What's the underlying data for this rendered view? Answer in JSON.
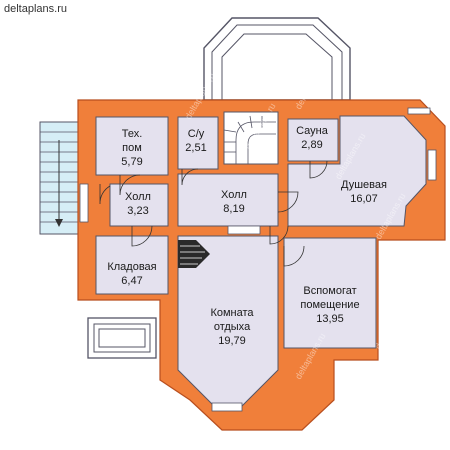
{
  "site": {
    "name": "deltaplans.ru"
  },
  "watermark": "deltaplans.ru",
  "colors": {
    "wall": "#F07F3A",
    "wall_edge": "#B84E1E",
    "room": "#E4E1EE",
    "room_edge": "#555566",
    "stairs": "#FFFFFF",
    "glass": "#D6EEF6",
    "dark": "#2A2A2A"
  },
  "rooms": [
    {
      "id": "tech",
      "lines": [
        "Тех.",
        "пом",
        "5,79"
      ]
    },
    {
      "id": "wc",
      "lines": [
        "С/у",
        "2,51"
      ]
    },
    {
      "id": "sauna",
      "lines": [
        "Сауна",
        "2,89"
      ]
    },
    {
      "id": "shower",
      "lines": [
        "Душевая",
        "16,07"
      ]
    },
    {
      "id": "hall-small",
      "lines": [
        "Холл",
        "3,23"
      ]
    },
    {
      "id": "hall",
      "lines": [
        "Холл",
        "8,19"
      ]
    },
    {
      "id": "storage",
      "lines": [
        "Кладовая",
        "6,47"
      ]
    },
    {
      "id": "lounge",
      "lines": [
        "Комната",
        "отдыха",
        "19,79"
      ]
    },
    {
      "id": "aux",
      "lines": [
        "Вспомогат",
        "помещение",
        "13,95"
      ]
    }
  ]
}
